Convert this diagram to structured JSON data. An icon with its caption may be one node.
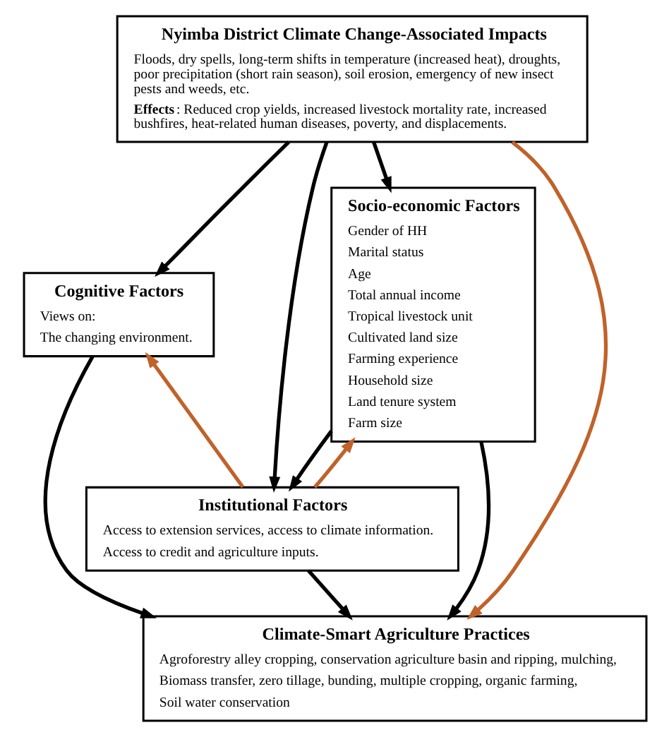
{
  "diagram": {
    "nodes": [
      {
        "text": [
          "Nyimba District Climate Change-Associated Impacts",
          "Floods, dry spells, long-term shifts in temperature (increased heat), droughts, poor precipitation (short rain season), soil erosion, emergency of new insect pests and weeds, etc.",
          "**Effects**: Reduced crop yields, increased livestock mortality rate, increased bushfires, heat-related human diseases, poverty, and displacements."
        ]
      },
      {
        "text": [
          "Cognitive Factors",
          "Views on:",
          "The changing environment."
        ]
      },
      {
        "text": [
          "Socio-economic Factors",
          "Gender of HH",
          "Marital status",
          "Age",
          "Total annual income",
          "Tropical livestock unit",
          "Cultivated land size",
          "Farming experience",
          "Household size",
          "Land tenure system",
          "Farm size"
        ]
      },
      {
        "text": [
          "Institutional Factors",
          "Access to extension services, access to climate information.",
          "Access to credit and agriculture inputs."
        ]
      },
      {
        "text": [
          "Climate-Smart Agriculture Practices",
          "Agroforestry alley cropping, conservation agriculture basin and ripping, mulching,",
          "Biomass transfer, zero tillage, bunding, multiple cropping, organic farming,",
          "Soil water conservation"
        ]
      }
    ],
    "edges": [
      {
        "from": 0,
        "to": 1,
        "arrow": "to"
      },
      {
        "from": 0,
        "to": 3,
        "arrow": "to"
      },
      {
        "from": 0,
        "to": 2,
        "arrow": "to"
      },
      {
        "from": 0,
        "to": 4,
        "arrow": "to",
        "color": "#c0622a"
      },
      {
        "from": 1,
        "to": 4,
        "arrow": "to"
      },
      {
        "from": 3,
        "to": 1,
        "arrow": "to",
        "color": "#c0622a"
      },
      {
        "from": 2,
        "to": 3,
        "arrow": "to"
      },
      {
        "from": 3,
        "to": 2,
        "arrow": "to",
        "color": "#c0622a"
      },
      {
        "from": 3,
        "to": 4,
        "arrow": "to"
      },
      {
        "from": 2,
        "to": 4,
        "arrow": "to"
      }
    ]
  }
}
